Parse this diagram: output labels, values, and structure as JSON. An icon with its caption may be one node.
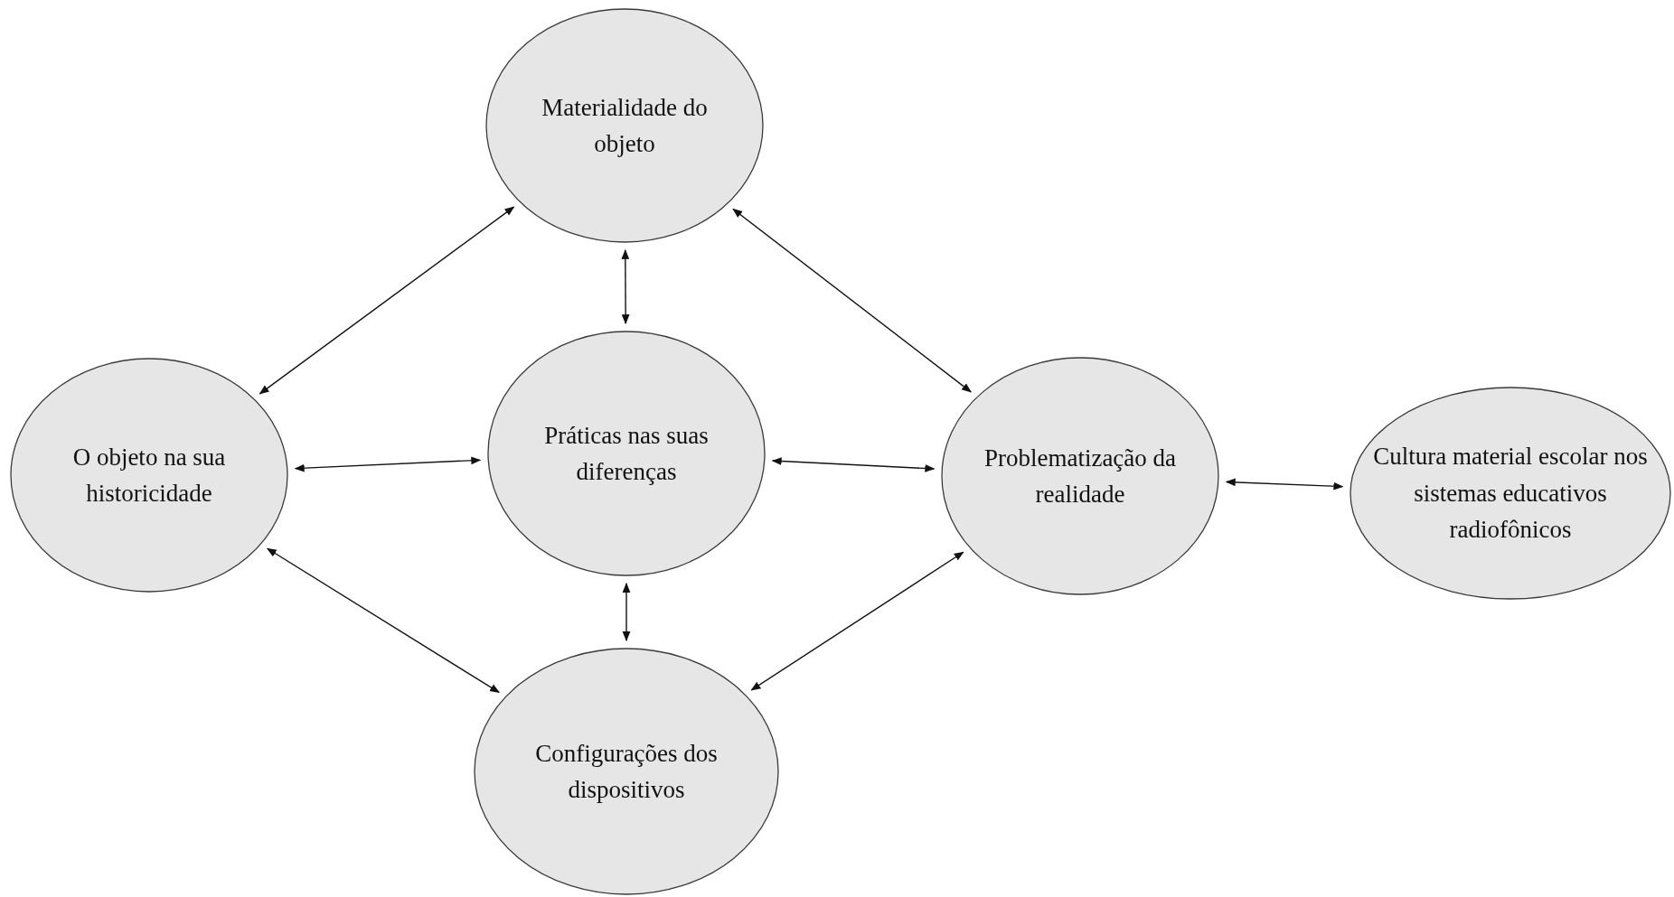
{
  "diagram": {
    "nodes": [
      {
        "text": [
          "Materialidade do objeto"
        ]
      },
      {
        "text": [
          "O objeto na sua historicidade"
        ]
      },
      {
        "text": [
          "Práticas nas suas diferenças"
        ]
      },
      {
        "text": [
          "Problematização da realidade"
        ]
      },
      {
        "text": [
          "Cultura material escolar nos sistemas educativos radiofônicos"
        ]
      },
      {
        "text": [
          "Configurações dos dispositivos"
        ]
      }
    ],
    "edges": [
      {
        "from": 0,
        "to": 1,
        "arrow": "both"
      },
      {
        "from": 0,
        "to": 2,
        "arrow": "both"
      },
      {
        "from": 0,
        "to": 3,
        "arrow": "both"
      },
      {
        "from": 1,
        "to": 2,
        "arrow": "both"
      },
      {
        "from": 2,
        "to": 3,
        "arrow": "both"
      },
      {
        "from": 3,
        "to": 4,
        "arrow": "both"
      },
      {
        "from": 1,
        "to": 5,
        "arrow": "both"
      },
      {
        "from": 2,
        "to": 5,
        "arrow": "both"
      },
      {
        "from": 5,
        "to": 3,
        "arrow": "both"
      }
    ]
  }
}
